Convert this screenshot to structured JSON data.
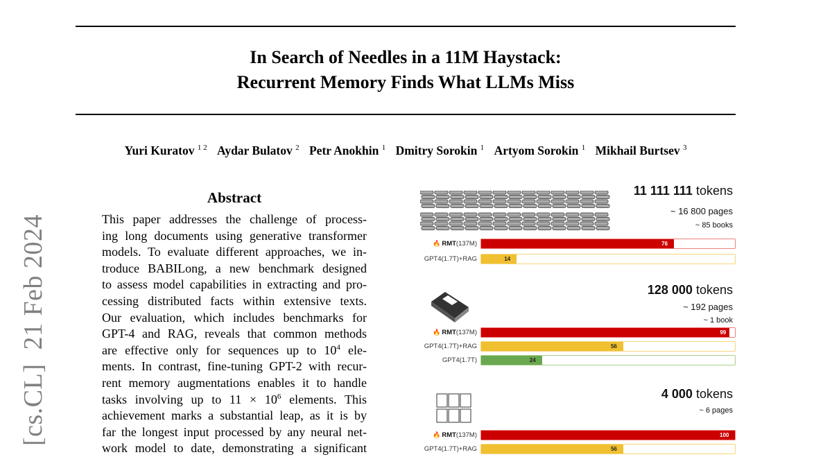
{
  "paper": {
    "title_lines": [
      "In Search of Needles in a 11M Haystack:",
      "Recurrent Memory Finds What LLMs Miss"
    ],
    "authors": [
      {
        "name": "Yuri Kuratov",
        "aff": "1 2"
      },
      {
        "name": "Aydar Bulatov",
        "aff": "2"
      },
      {
        "name": "Petr Anokhin",
        "aff": "1"
      },
      {
        "name": "Dmitry Sorokin",
        "aff": "1"
      },
      {
        "name": "Artyom Sorokin",
        "aff": "1"
      },
      {
        "name": "Mikhail Burtsev",
        "aff": "3"
      }
    ],
    "arxiv_side": {
      "category": "[cs.CL]",
      "date": "21 Feb 2024"
    },
    "abstract_heading": "Abstract",
    "abstract_lines": [
      "This paper addresses the challenge of process-",
      "ing long documents using generative transformer",
      "models. To evaluate different approaches, we in-",
      "troduce BABILong, a new benchmark designed",
      "to assess model capabilities in extracting and pro-",
      "cessing distributed facts within extensive texts.",
      "Our evaluation, which includes benchmarks for",
      "GPT-4 and RAG, reveals that common methods"
    ],
    "abstract_line9": {
      "pre": "are effective only for sequences up to 10",
      "sup": "4",
      "post": " ele-"
    },
    "abstract_line10": "ments. In contrast, fine-tuning GPT-2 with recur-",
    "abstract_line11": "rent memory augmentations enables it to handle",
    "abstract_line12": {
      "pre": "tasks involving up to 11 × 10",
      "sup": "6",
      "post": " elements.  This"
    },
    "abstract_lines_end": [
      "achievement marks a substantial leap, as it is by",
      "far the longest input processed by any neural net-",
      "work model to date, demonstrating a significant"
    ]
  },
  "colors": {
    "rmt": "#cc0000",
    "rag": "#f0c030",
    "gpt4": "#6aa84f"
  },
  "chart_data": {
    "type": "bar",
    "orientation": "horizontal",
    "xlim": [
      0,
      100
    ],
    "groups": [
      {
        "tokens_num": "11 111 111",
        "tokens_unit": "tokens",
        "pages": "~ 16 800 pages",
        "books": "~ 85 books",
        "icon": "book-stacks-icon",
        "bars": [
          {
            "label_bold": "RMT",
            "label_rest": "(137M)",
            "series": "rmt",
            "value": 76
          },
          {
            "label_bold": "",
            "label_rest": "GPT4(1.7T)+RAG",
            "series": "rag",
            "value": 14
          }
        ]
      },
      {
        "tokens_num": "128 000",
        "tokens_unit": "tokens",
        "pages": "~ 192 pages",
        "books": "~ 1 book",
        "icon": "book-icon",
        "bars": [
          {
            "label_bold": "RMT",
            "label_rest": "(137M)",
            "series": "rmt",
            "value": 99
          },
          {
            "label_bold": "",
            "label_rest": "GPT4(1.7T)+RAG",
            "series": "rag",
            "value": 56
          },
          {
            "label_bold": "",
            "label_rest": "GPT4(1.7T)",
            "series": "gpt4",
            "value": 24
          }
        ]
      },
      {
        "tokens_num": "4 000",
        "tokens_unit": "tokens",
        "pages": "~ 6 pages",
        "books": "",
        "icon": "pages-icon",
        "bars": [
          {
            "label_bold": "RMT",
            "label_rest": "(137M)",
            "series": "rmt",
            "value": 100
          },
          {
            "label_bold": "",
            "label_rest": "GPT4(1.7T)+RAG",
            "series": "rag",
            "value": 56
          }
        ]
      }
    ]
  }
}
